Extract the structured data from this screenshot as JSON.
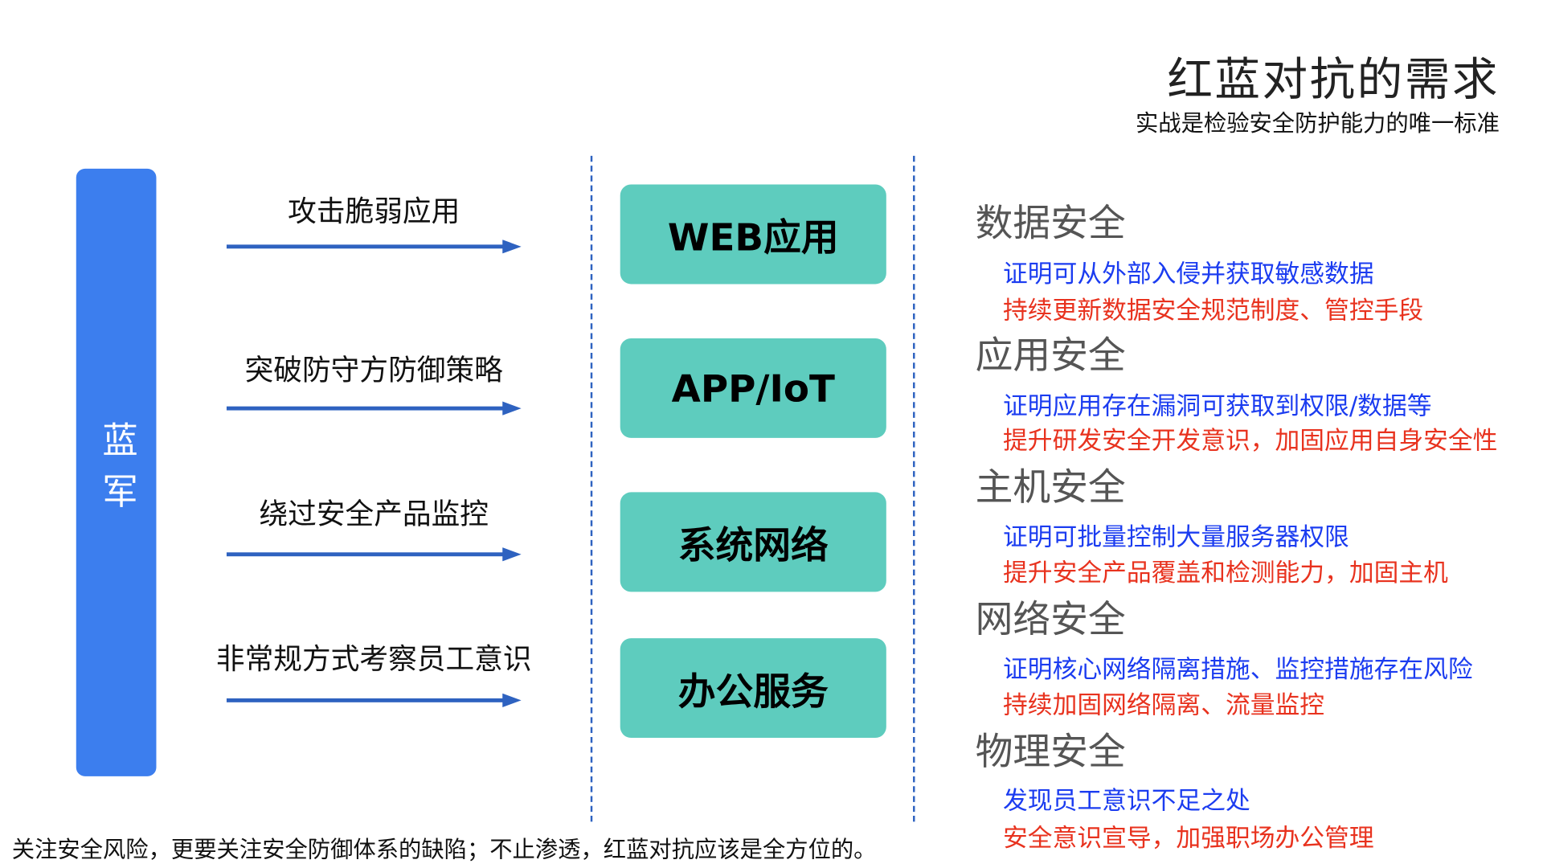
{
  "title": "红蓝对抗的需求",
  "subtitle": "实战是检验安全防护能力的唯一标准",
  "blue_team": "蓝军",
  "attacks": [
    "攻击脆弱应用",
    "突破防守方防御策略",
    "绕过安全产品监控",
    "非常规方式考察员工意识"
  ],
  "targets": [
    "WEB应用",
    "APP/IoT",
    "系统网络",
    "办公服务"
  ],
  "categories": [
    {
      "name": "数据安全",
      "proof": "证明可从外部入侵并获取敏感数据",
      "action": "持续更新数据安全规范制度、管控手段"
    },
    {
      "name": "应用安全",
      "proof": "证明应用存在漏洞可获取到权限/数据等",
      "action": "提升研发安全开发意识，加固应用自身安全性"
    },
    {
      "name": "主机安全",
      "proof": "证明可批量控制大量服务器权限",
      "action": "提升安全产品覆盖和检测能力，加固主机"
    },
    {
      "name": "网络安全",
      "proof": "证明核心网络隔离措施、监控措施存在风险",
      "action": "持续加固网络隔离、流量监控"
    },
    {
      "name": "物理安全",
      "proof": "发现员工意识不足之处",
      "action": "安全意识宣导，加强职场办公管理"
    }
  ],
  "footer": "关注安全风险，更要关注安全防御体系的缺陷；不止渗透，红蓝对抗应该是全方位的。",
  "colors": {
    "blue_bar": "#3C7EEE",
    "box": "#5ECCBE",
    "arrow": "#2E62C0",
    "proof": "#1B3CF0",
    "action": "#E8321E"
  }
}
